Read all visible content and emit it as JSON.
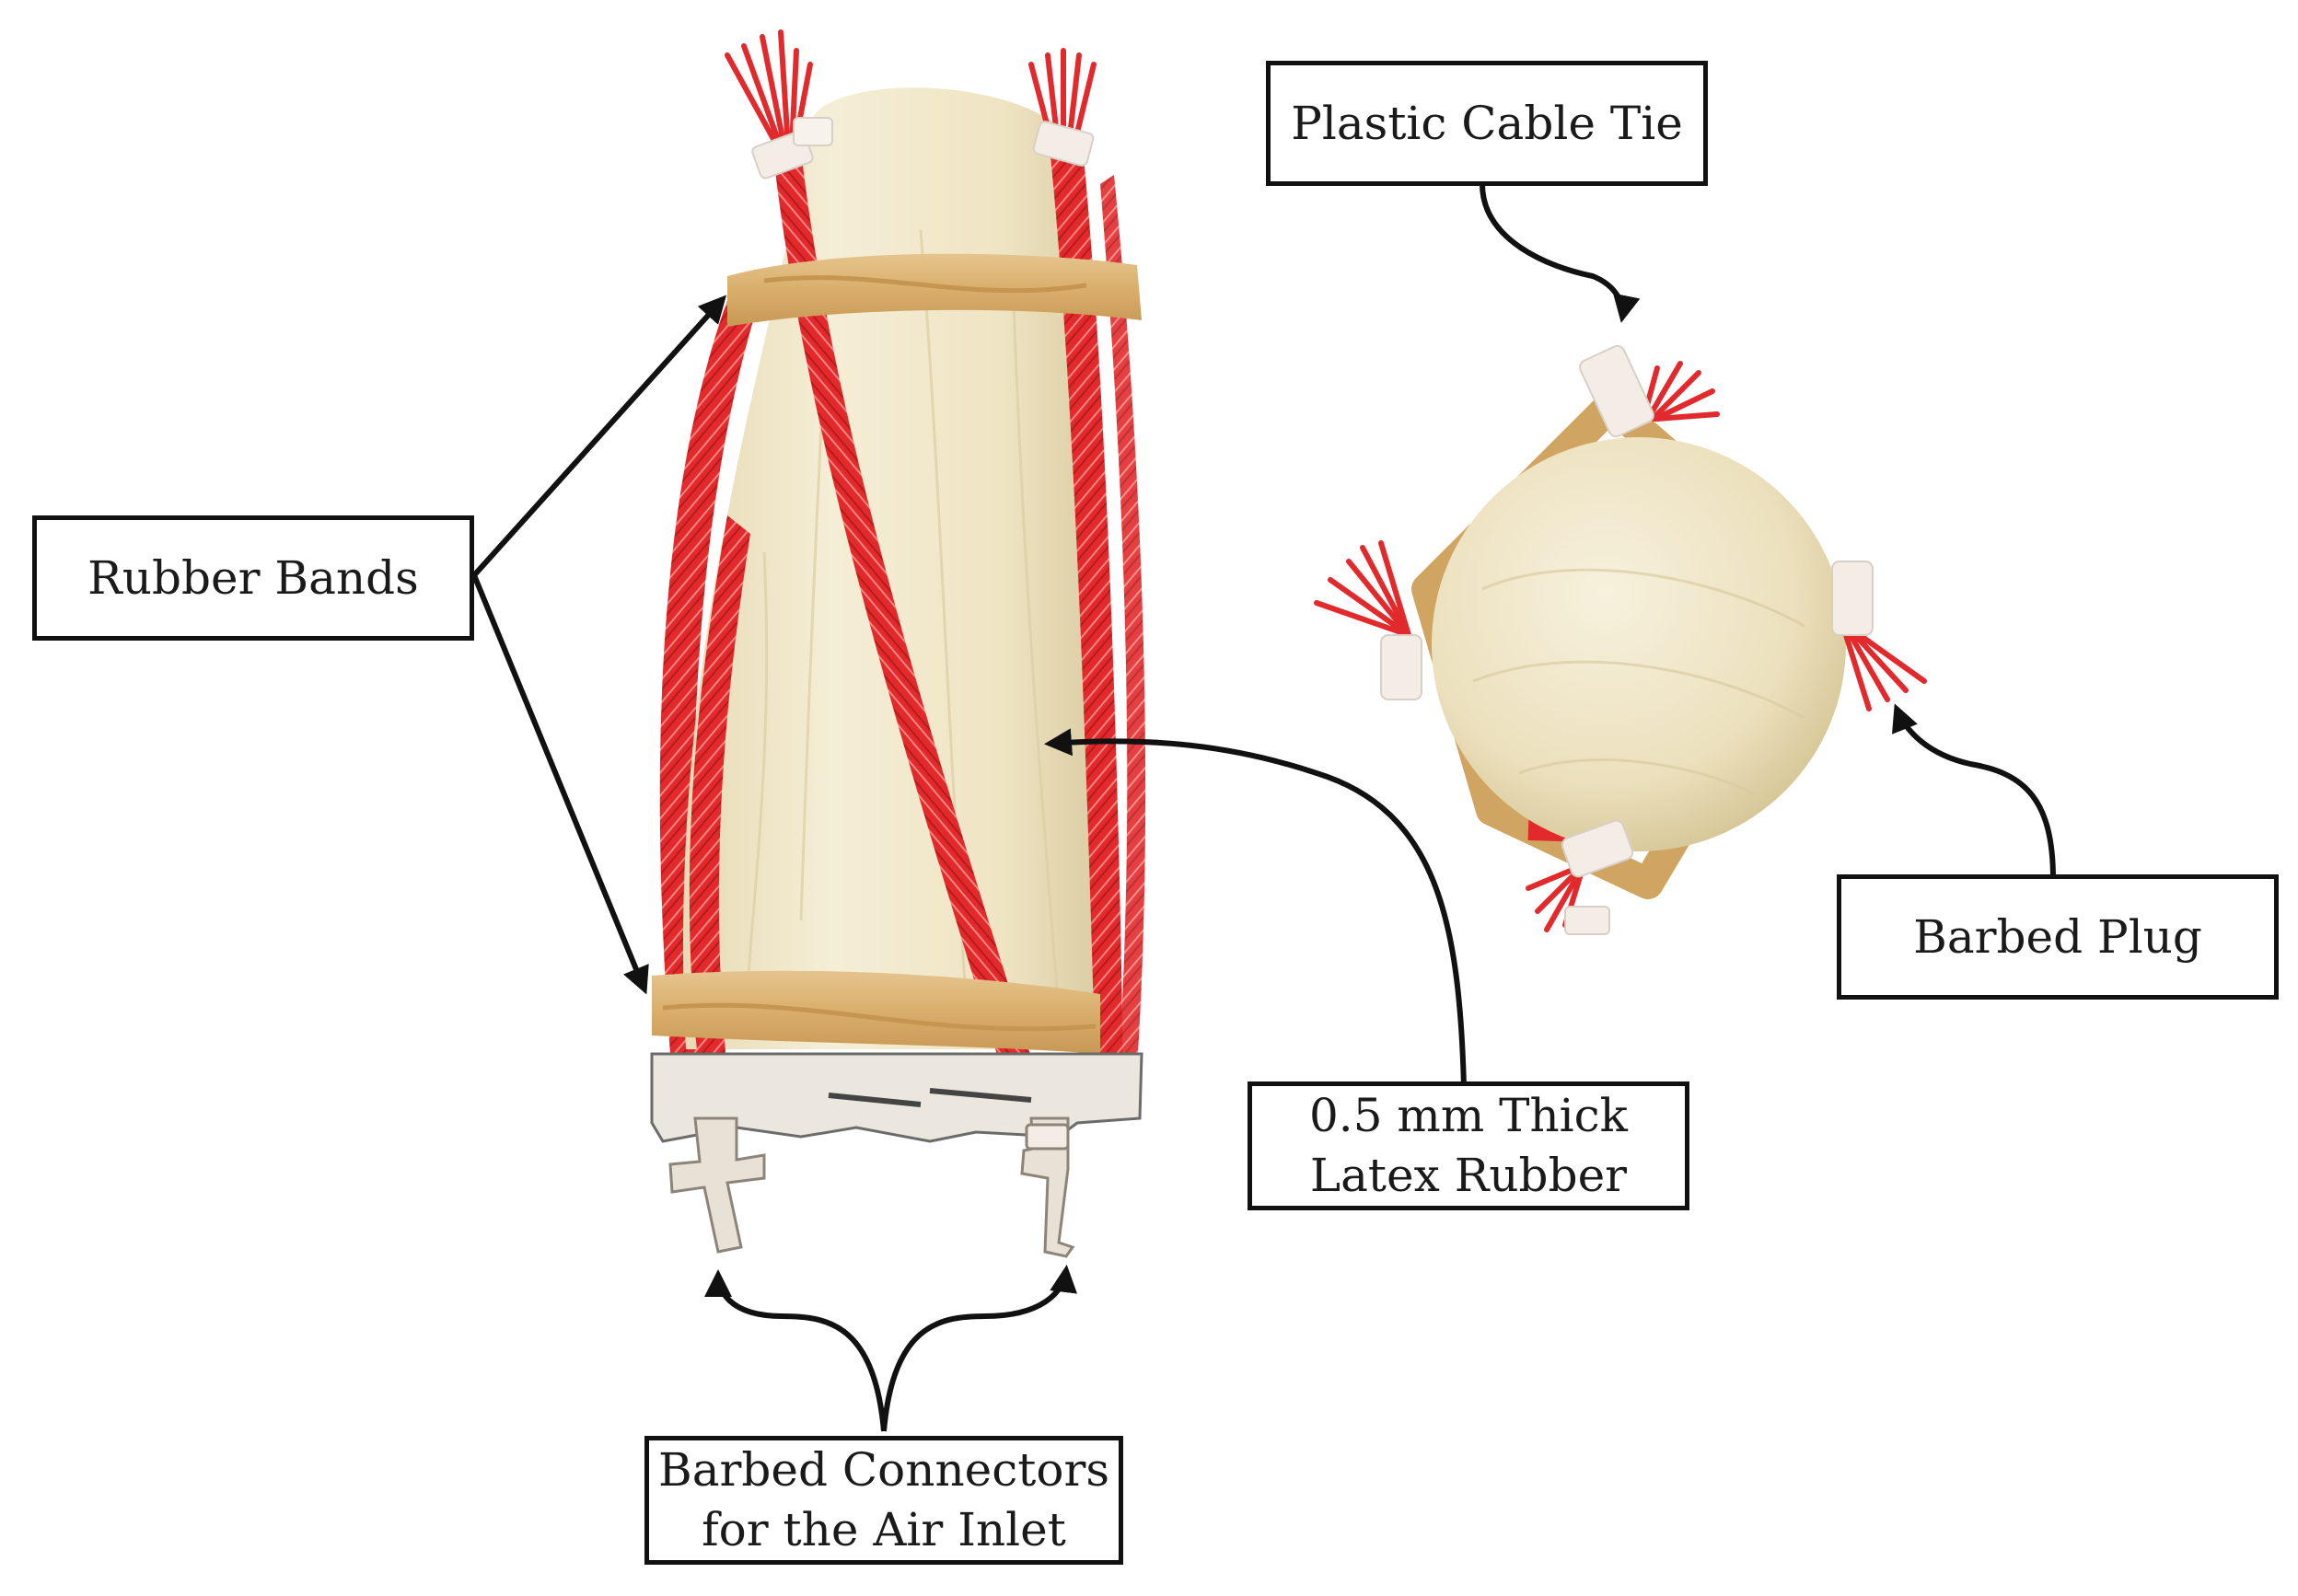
{
  "labels": {
    "cable_tie": "Plastic Cable Tie",
    "rubber_bands": "Rubber Bands",
    "barbed_plug": "Barbed Plug",
    "latex_line1": "0.5 mm Thick",
    "latex_line2": "Latex Rubber",
    "connectors_line1": "Barbed Connectors",
    "connectors_line2": "for the Air Inlet"
  },
  "colors": {
    "latex": "#f2e8c6",
    "braided_tube": "#e0262a",
    "rubber_band": "#ddb57a",
    "cable_tie": "#f4ede6",
    "outline": "#111111"
  }
}
